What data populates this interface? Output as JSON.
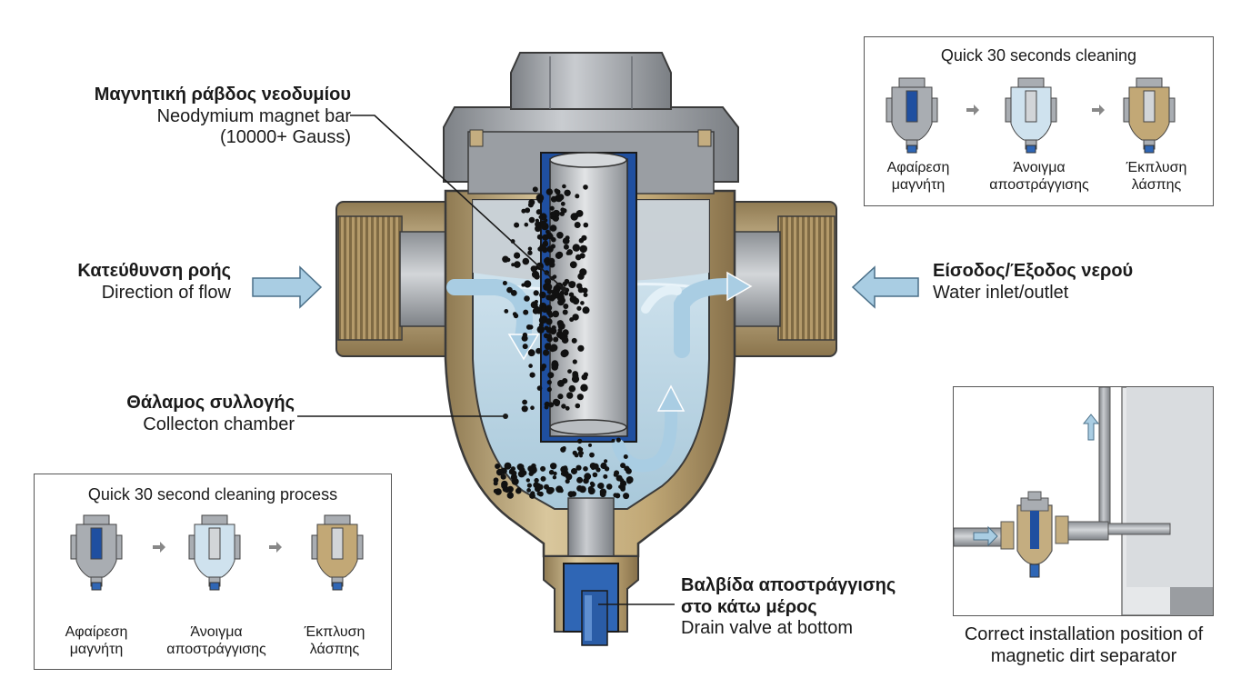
{
  "labels": {
    "magnet": {
      "title": "Μαγνητική ράβδος νεοδυμίου",
      "line1": "Neodymium magnet bar",
      "line2": "(10000+ Gauss)"
    },
    "flow": {
      "title": "Κατεύθυνση ροής",
      "sub": "Direction of flow"
    },
    "water": {
      "title": "Είσοδος/Έξοδος νερού",
      "sub": "Water inlet/outlet"
    },
    "chamber": {
      "title": "Θάλαμος συλλογής",
      "sub": "Collecton chamber"
    },
    "drain": {
      "title_line1": "Βαλβίδα αποστράγγισης",
      "title_line2": "στο κάτω μέρος",
      "sub": "Drain valve at bottom"
    }
  },
  "top_panel": {
    "title": "Quick 30 seconds cleaning",
    "steps": [
      {
        "line1": "Αφαίρεση",
        "line2": "μαγνήτη"
      },
      {
        "line1": "Άνοιγμα",
        "line2": "αποστράγγισης"
      },
      {
        "line1": "Έκπλυση",
        "line2": "λάσπης"
      }
    ]
  },
  "bottom_panel": {
    "title": "Quick 30 second cleaning process",
    "steps": [
      {
        "line1": "Αφαίρεση",
        "line2": "μαγνήτη"
      },
      {
        "line1": "Άνοιγμα",
        "line2": "αποστράγγισης"
      },
      {
        "line1": "Έκπλυση",
        "line2": "λάσπης"
      }
    ]
  },
  "install_panel": {
    "caption_line1": "Correct installation position of",
    "caption_line2": "magnetic dirt separator"
  },
  "colors": {
    "brass": "#c4ad80",
    "steel": "#a9adb2",
    "water": "#bfd9e8",
    "arrow": "#a9cde3",
    "valve_blue": "#2f66b5",
    "magnet_blue": "#1f4fa0",
    "particles": "#111111"
  },
  "icons": [
    "right-arrow-icon",
    "left-arrow-icon",
    "flow-arrow-icon",
    "mini-separator-icon",
    "step-arrow-icon",
    "up-arrow-icon"
  ]
}
